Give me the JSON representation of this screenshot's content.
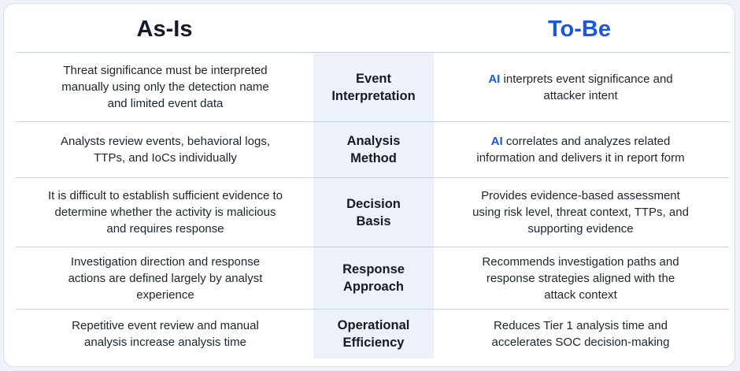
{
  "headers": {
    "as_is": "As-Is",
    "to_be": "To-Be"
  },
  "rows": [
    {
      "as_is": "Threat significance must be interpreted manually using only the detection name and limited event data",
      "category": "Event Interpretation",
      "to_be_ai": "AI",
      "to_be": "interprets event significance and attacker intent"
    },
    {
      "as_is": "Analysts review events, behavioral logs, TTPs, and IoCs individually",
      "category": "Analysis Method",
      "to_be_ai": "AI",
      "to_be": "correlates and analyzes related information and delivers it in report form"
    },
    {
      "as_is": "It is difficult to establish sufficient evidence to determine whether the activity is malicious and requires response",
      "category": "Decision Basis",
      "to_be_ai": "",
      "to_be": "Provides evidence-based assessment using risk level, threat context, TTPs, and supporting evidence"
    },
    {
      "as_is": "Investigation direction and response actions are defined largely by analyst experience",
      "category": "Response Approach",
      "to_be_ai": "",
      "to_be": "Recommends investigation paths and response strategies aligned with the attack context"
    },
    {
      "as_is": "Repetitive event review and manual analysis increase analysis time",
      "category": "Operational Efficiency",
      "to_be_ai": "",
      "to_be": "Reduces Tier 1 analysis time and accelerates SOC decision-making"
    }
  ],
  "colors": {
    "accent": "#1a56e0",
    "band": "#edf1f9",
    "text": "#20262f"
  }
}
